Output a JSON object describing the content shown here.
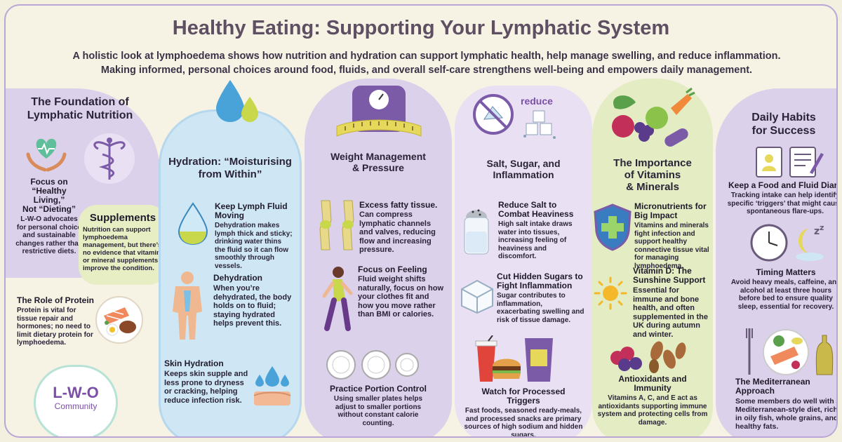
{
  "header": {
    "title": "Healthy Eating: Supporting Your Lymphatic System",
    "subtitle_line1": "A holistic look at lymphoedema shows how nutrition and hydration can support lymphatic health, help manage swelling, and reduce inflammation.",
    "subtitle_line2": "Making informed, personal choices around food, fluids, and overall self-care strengthens well-being and empowers daily management."
  },
  "foundation": {
    "heading_line1": "The Foundation of",
    "heading_line2": "Lymphatic Nutrition",
    "focus_title_1": "Focus on",
    "focus_title_2": "“Healthy Living,”",
    "focus_title_3": "Not “Dieting”",
    "focus_text": "L-W-O advocates for personal choice and sustainable changes rather than restrictive diets.",
    "supplements_title": "Supplements",
    "supplements_text": "Nutrition can support lymphoedema management, but there’s no evidence that vitamin or mineral supplements improve the condition.",
    "protein_title": "The Role of Protein",
    "protein_text": "Protein is vital for tissue repair and hormones; no need to limit dietary protein for lymphoedema.",
    "logo_line1": "L-W-O",
    "logo_line2": "Community"
  },
  "hydration": {
    "heading_line1": "Hydration: “Moisturising",
    "heading_line2": "from Within”",
    "lymph_title": "Keep Lymph Fluid Moving",
    "lymph_text": "Dehydration makes lymph thick and sticky; drinking water thins the fluid so it can flow smoothly through vessels.",
    "dehydration_title": "Dehydration",
    "dehydration_text": "When you’re dehydrated, the body holds on to fluid; staying hydrated helps prevent this.",
    "skin_title": "Skin Hydration",
    "skin_text": "Keeps skin supple and less prone to dryness or cracking, helping reduce infection risk."
  },
  "weight": {
    "heading_line1": "Weight Management",
    "heading_line2": "& Pressure",
    "fat_title": "Excess fatty tissue.",
    "fat_text": "Can compress lymphatic channels and valves, reducing flow and increasing pressure.",
    "feeling_title": "Focus on Feeling",
    "feeling_text": "Fluid weight shifts naturally, focus on how your clothes fit and how you move rather than BMI or calories.",
    "portion_title": "Practice Portion Control",
    "portion_text": "Using smaller plates helps adjust to smaller portions without constant calorie counting."
  },
  "salt": {
    "reduce_label": "reduce",
    "heading_line1": "Salt, Sugar, and",
    "heading_line2": "Inflammation",
    "salt_title": "Reduce Salt to Combat Heaviness",
    "salt_text": "High salt intake draws water into tissues, increasing feeling of heaviness and discomfort.",
    "sugar_title": "Cut Hidden Sugars to Fight Inflammation",
    "sugar_text": "Sugar contributes to inflammation, exacerbating swelling and risk of tissue damage.",
    "processed_title": "Watch for Processed Triggers",
    "processed_text": "Fast foods, seasoned ready-meals, and processed snacks are primary sources of high sodium and hidden sugars."
  },
  "vitamins": {
    "heading_line1": "The Importance",
    "heading_line2": "of Vitamins",
    "heading_line3": "& Minerals",
    "micro_title": "Micronutrients for Big Impact",
    "micro_text": "Vitamins and minerals fight infection and support healthy connective tissue vital for managing lymphoedema.",
    "vitd_title": "Vitamin D: The Sunshine Support",
    "vitd_text": "Essential for immune and bone health, and often supplemented in the UK during autumn and winter.",
    "antiox_title": "Antioxidants and Immunity",
    "antiox_text": "Vitamins A, C, and E act as antioxidants supporting immune system and protecting cells from damage."
  },
  "habits": {
    "heading_line1": "Daily Habits",
    "heading_line2": "for Success",
    "diary_title": "Keep a Food and Fluid Diary",
    "diary_text": "Tracking intake can help identify specific ‘triggers’ that might cause spontaneous flare-ups.",
    "timing_title": "Timing Matters",
    "timing_text": "Avoid heavy meals, caffeine, and alcohol at least three hours before bed to ensure quality sleep, essential for recovery.",
    "med_title": "The Mediterranean Approach",
    "med_text": "Some members do well with a Mediterranean-style diet, rich in oily fish, whole grains, and healthy fats."
  },
  "icons": [
    "heart-hands-icon",
    "caduceus-icon",
    "salmon-plate-icon",
    "water-drops-icon",
    "water-drop-icon",
    "body-icon",
    "skin-drops-icon",
    "scale-icon",
    "knees-icon",
    "walking-person-icon",
    "plates-icon",
    "no-sugar-icon",
    "sugar-cubes-icon",
    "salt-shaker-icon",
    "sugar-cube-icon",
    "fast-food-icon",
    "shield-cross-icon",
    "vegetables-icon",
    "sun-icon",
    "berries-nuts-icon",
    "diary-icon",
    "clock-moon-icon",
    "mediterranean-food-icon"
  ],
  "colors": {
    "lavender": "#dcd1ea",
    "water_blue": "#cfe6f4",
    "green": "#e3ecc2",
    "title": "#5e4f63",
    "logo_purple": "#7b4fa8"
  }
}
